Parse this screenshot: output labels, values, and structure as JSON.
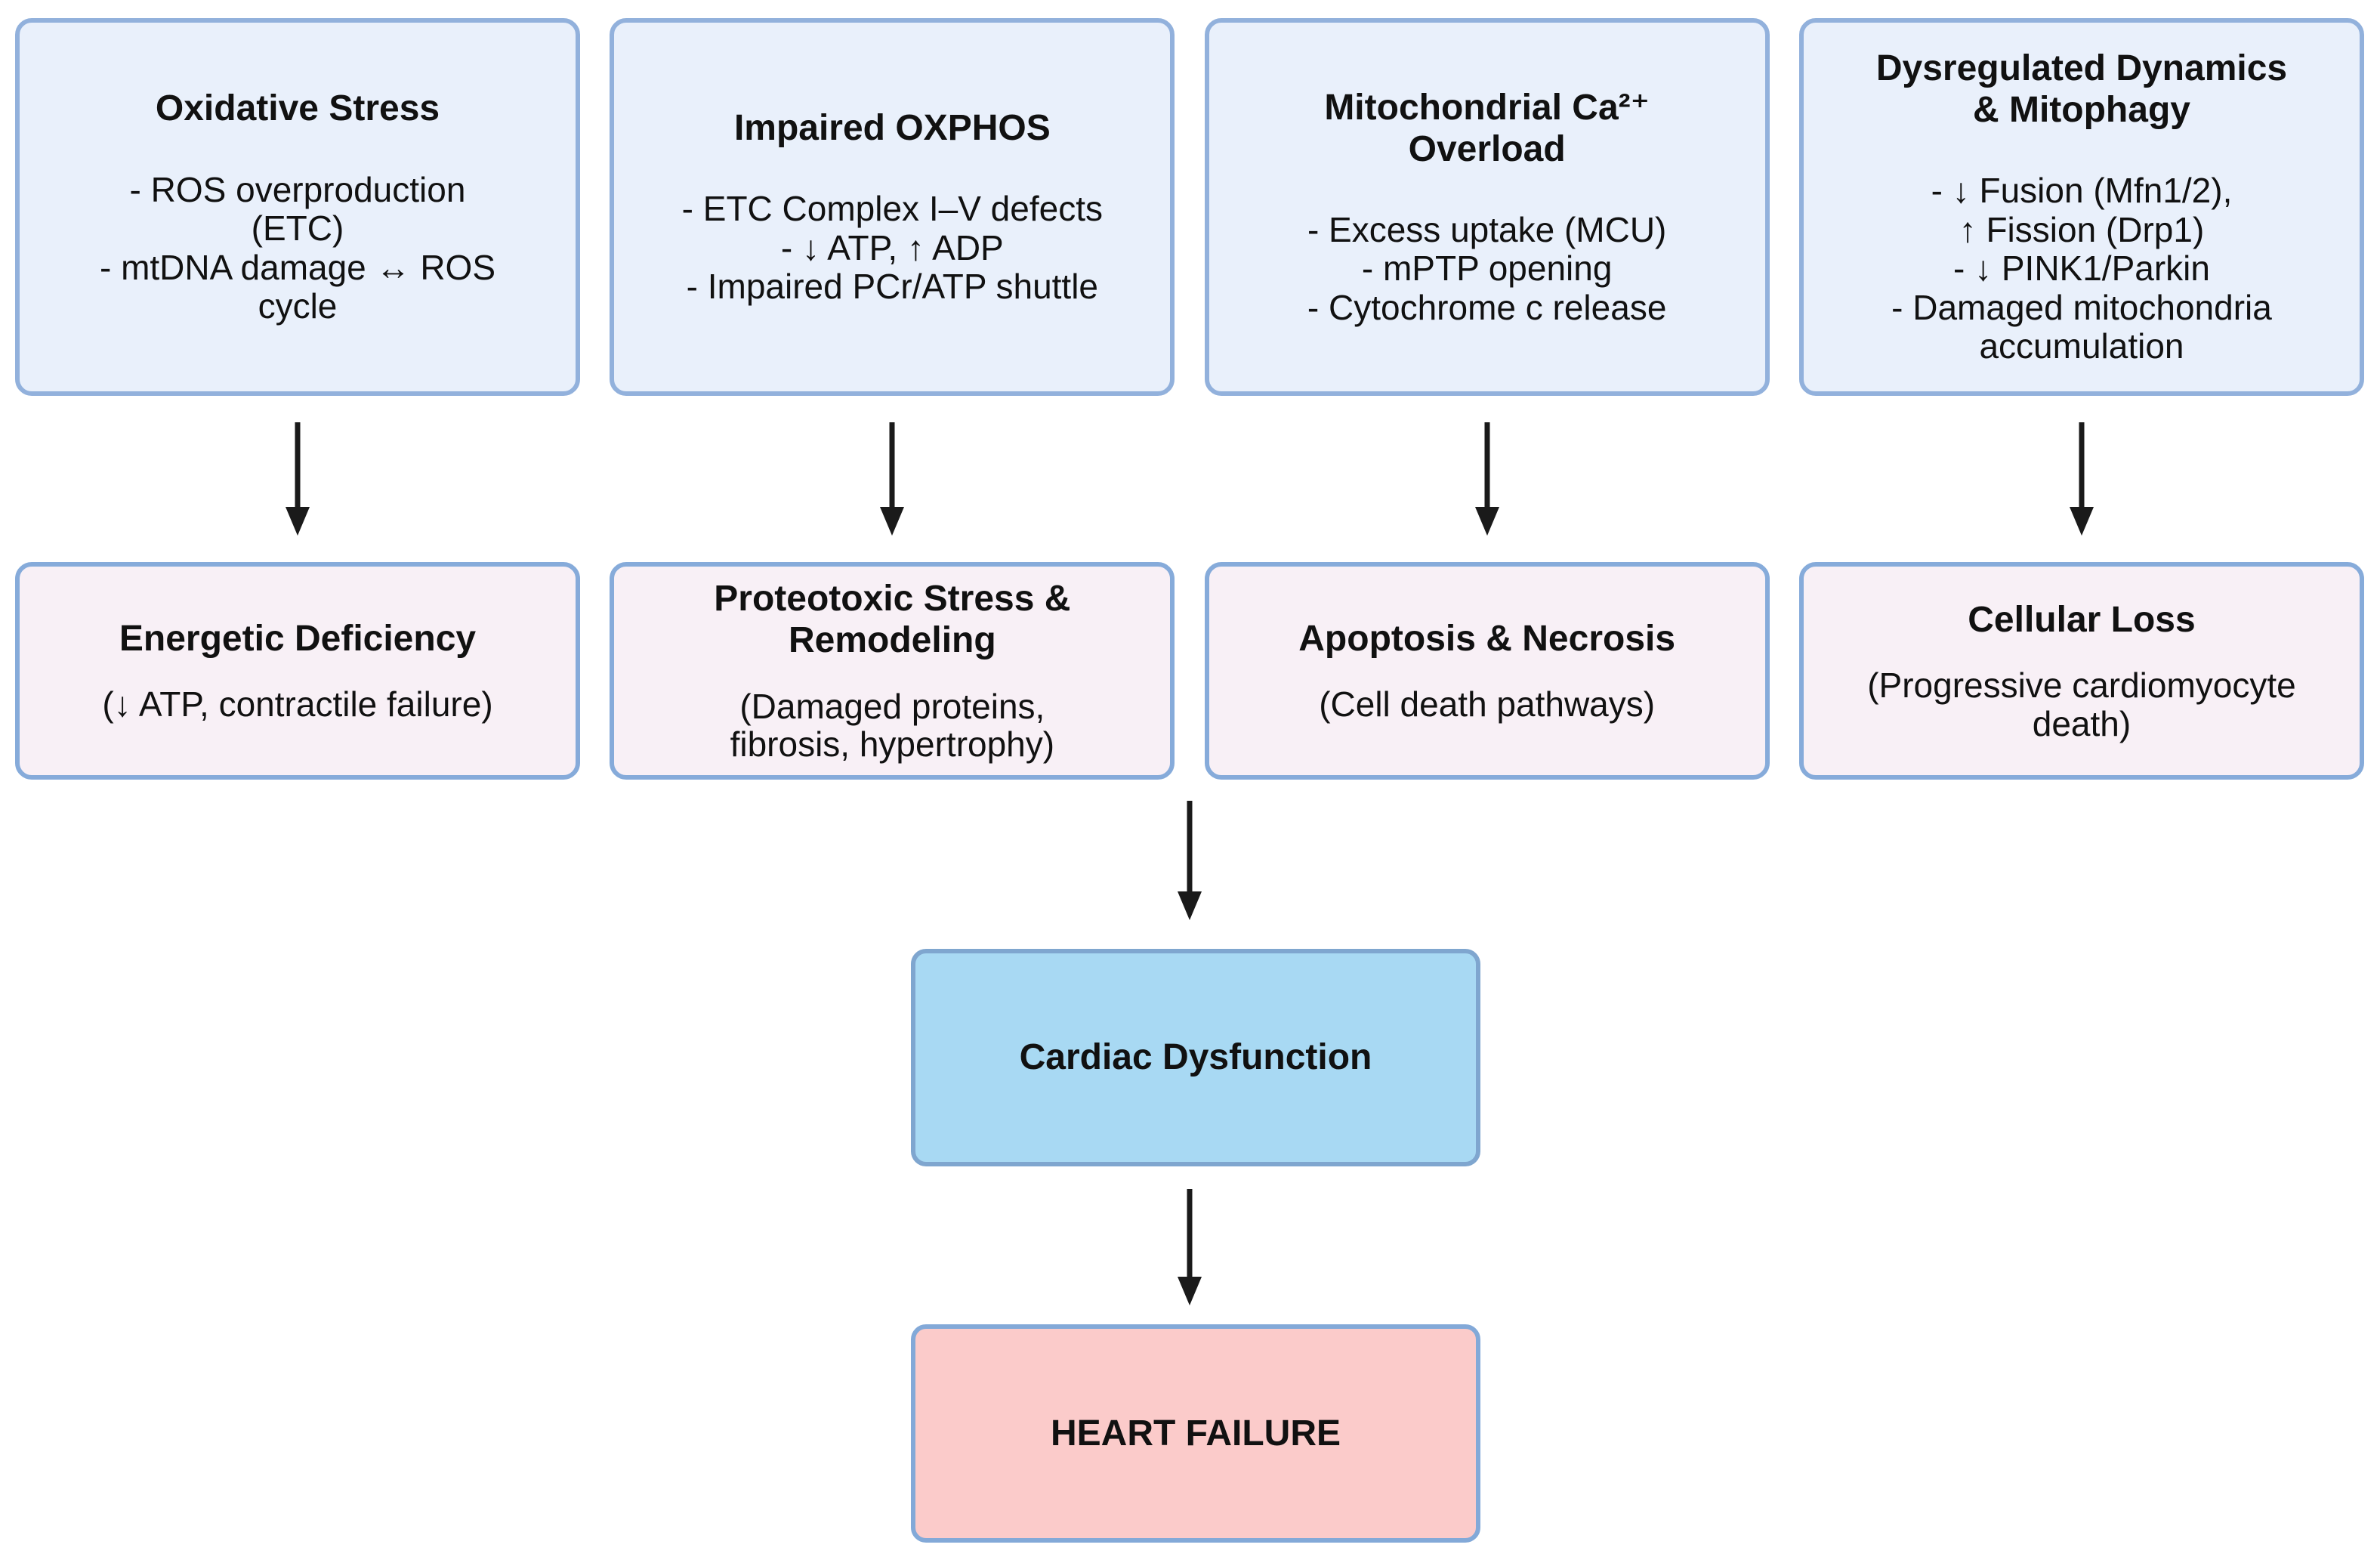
{
  "colors": {
    "cause_fill": "#e9f0fb",
    "cause_border": "#92b1dc",
    "cons_fill": "#f8f0f6",
    "cons_border": "#86abda",
    "cardiac_fill": "#a8d9f3",
    "cardiac_border": "#7fa6cf",
    "heart_fill": "#fbcbca",
    "heart_border": "#83a9d8",
    "arrow": "#1a1a1a",
    "ink": "#111111"
  },
  "causes": [
    {
      "title": "Oxidative Stress",
      "body": "- ROS overproduction\n(ETC)\n- mtDNA damage ↔ ROS\ncycle"
    },
    {
      "title": "Impaired OXPHOS",
      "body": "- ETC Complex I–V defects\n- ↓ ATP, ↑ ADP\n- Impaired PCr/ATP shuttle"
    },
    {
      "title": "Mitochondrial Ca²⁺\nOverload",
      "body": "- Excess uptake (MCU)\n- mPTP opening\n- Cytochrome c release"
    },
    {
      "title": "Dysregulated Dynamics\n& Mitophagy",
      "body": "- ↓ Fusion (Mfn1/2),\n↑ Fission (Drp1)\n- ↓ PINK1/Parkin\n- Damaged mitochondria\naccumulation"
    }
  ],
  "consequences": [
    {
      "title": "Energetic Deficiency",
      "subtitle": "(↓ ATP, contractile failure)"
    },
    {
      "title": "Proteotoxic Stress &\nRemodeling",
      "subtitle": "(Damaged proteins,\nfibrosis, hypertrophy)"
    },
    {
      "title": "Apoptosis & Necrosis",
      "subtitle": "(Cell death pathways)"
    },
    {
      "title": "Cellular Loss",
      "subtitle": "(Progressive cardiomyocyte\ndeath)"
    }
  ],
  "outcome": {
    "intermediate": "Cardiac Dysfunction",
    "final": "HEART FAILURE"
  }
}
